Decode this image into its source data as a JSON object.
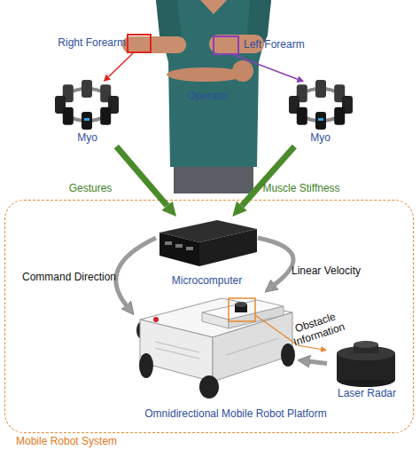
{
  "diagram": {
    "nodes": [
      {
        "text": [
          "Operator"
        ]
      },
      {
        "text": [
          "Right Forearm"
        ],
        "in": 0
      },
      {
        "text": [
          "Left Forearm"
        ],
        "in": 0
      },
      {
        "text": [
          "Myo"
        ]
      },
      {
        "text": [
          "Myo"
        ]
      },
      {
        "text": [
          "Mobile Robot System"
        ]
      },
      {
        "text": [
          "Microcomputer"
        ],
        "in": 5
      },
      {
        "text": [
          "Omnidirectional Mobile Robot Platform"
        ],
        "in": 5
      },
      {
        "text": [
          "Laser Radar"
        ],
        "in": 5
      }
    ],
    "edges": [
      {
        "from": 1,
        "to": 3,
        "arrow": "to"
      },
      {
        "from": 2,
        "to": 4,
        "arrow": "to"
      },
      {
        "from": 3,
        "to": 6,
        "label": "Gestures",
        "arrow": "to"
      },
      {
        "from": 4,
        "to": 6,
        "label": "Muscle Stiffness",
        "arrow": "to"
      },
      {
        "from": 6,
        "to": 7,
        "label": "Command Direction",
        "arrow": "to"
      },
      {
        "from": 6,
        "to": 7,
        "label": "Linear Velocity",
        "arrow": "to"
      },
      {
        "from": 8,
        "to": 7,
        "label": "Obstacle Information",
        "arrow": "to"
      },
      {
        "from": 7,
        "to": 8,
        "arrow": "to"
      }
    ]
  }
}
